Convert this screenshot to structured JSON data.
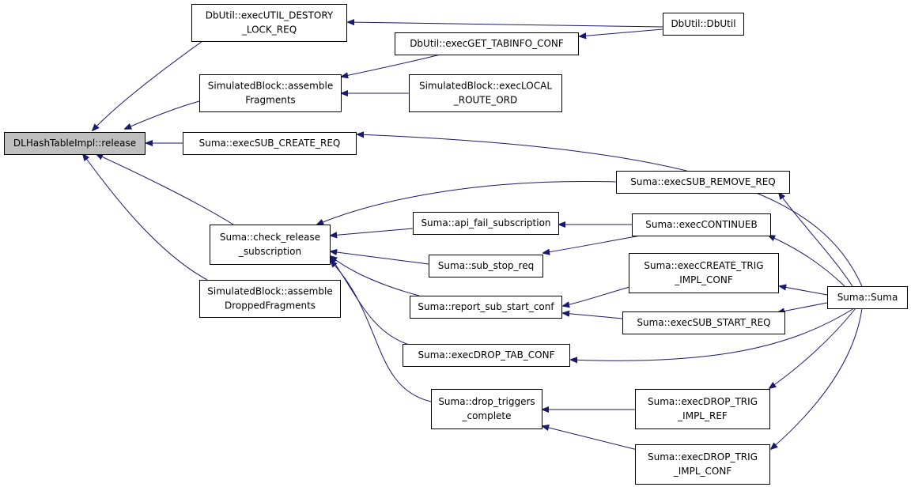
{
  "graph": {
    "edge_color": "#191970",
    "root_fill": "#bfbfbf",
    "nodes": [
      {
        "id": "root",
        "lines": [
          "DLHashTableImpl::release"
        ]
      },
      {
        "id": "destory",
        "lines": [
          "DbUtil::execUTIL_DESTORY",
          "_LOCK_REQ"
        ]
      },
      {
        "id": "dbutil",
        "lines": [
          "DbUtil::DbUtil"
        ]
      },
      {
        "id": "tabinfo",
        "lines": [
          "DbUtil::execGET_TABINFO_CONF"
        ]
      },
      {
        "id": "assemble",
        "lines": [
          "SimulatedBlock::assemble",
          "Fragments"
        ]
      },
      {
        "id": "localroute",
        "lines": [
          "SimulatedBlock::execLOCAL",
          "_ROUTE_ORD"
        ]
      },
      {
        "id": "subcreate",
        "lines": [
          "Suma::execSUB_CREATE_REQ"
        ]
      },
      {
        "id": "subremove",
        "lines": [
          "Suma::execSUB_REMOVE_REQ"
        ]
      },
      {
        "id": "checkrelease",
        "lines": [
          "Suma::check_release",
          "_subscription"
        ]
      },
      {
        "id": "apifail",
        "lines": [
          "Suma::api_fail_subscription"
        ]
      },
      {
        "id": "continueb",
        "lines": [
          "Suma::execCONTINUEB"
        ]
      },
      {
        "id": "substop",
        "lines": [
          "Suma::sub_stop_req"
        ]
      },
      {
        "id": "createtrig",
        "lines": [
          "Suma::execCREATE_TRIG",
          "_IMPL_CONF"
        ]
      },
      {
        "id": "suma",
        "lines": [
          "Suma::Suma"
        ]
      },
      {
        "id": "dropped",
        "lines": [
          "SimulatedBlock::assemble",
          "DroppedFragments"
        ]
      },
      {
        "id": "reportsub",
        "lines": [
          "Suma::report_sub_start_conf"
        ]
      },
      {
        "id": "substart",
        "lines": [
          "Suma::execSUB_START_REQ"
        ]
      },
      {
        "id": "droptab",
        "lines": [
          "Suma::execDROP_TAB_CONF"
        ]
      },
      {
        "id": "droptrig",
        "lines": [
          "Suma::drop_triggers",
          "_complete"
        ]
      },
      {
        "id": "droptrigref",
        "lines": [
          "Suma::execDROP_TRIG",
          "_IMPL_REF"
        ]
      },
      {
        "id": "droptrigconf",
        "lines": [
          "Suma::execDROP_TRIG",
          "_IMPL_CONF"
        ]
      }
    ],
    "edges": [
      {
        "from": "destory",
        "to": "root"
      },
      {
        "from": "assemble",
        "to": "root"
      },
      {
        "from": "subcreate",
        "to": "root"
      },
      {
        "from": "checkrelease",
        "to": "root"
      },
      {
        "from": "dropped",
        "to": "root"
      },
      {
        "from": "dbutil",
        "to": "destory"
      },
      {
        "from": "dbutil",
        "to": "tabinfo"
      },
      {
        "from": "tabinfo",
        "to": "assemble"
      },
      {
        "from": "localroute",
        "to": "assemble"
      },
      {
        "from": "suma",
        "to": "subcreate"
      },
      {
        "from": "subremove",
        "to": "checkrelease"
      },
      {
        "from": "apifail",
        "to": "checkrelease"
      },
      {
        "from": "substop",
        "to": "checkrelease"
      },
      {
        "from": "reportsub",
        "to": "checkrelease"
      },
      {
        "from": "droptab",
        "to": "checkrelease"
      },
      {
        "from": "droptrig",
        "to": "checkrelease"
      },
      {
        "from": "continueb",
        "to": "apifail"
      },
      {
        "from": "continueb",
        "to": "substop"
      },
      {
        "from": "createtrig",
        "to": "reportsub"
      },
      {
        "from": "substart",
        "to": "reportsub"
      },
      {
        "from": "droptrigref",
        "to": "droptrig"
      },
      {
        "from": "droptrigconf",
        "to": "droptrig"
      },
      {
        "from": "suma",
        "to": "subremove"
      },
      {
        "from": "suma",
        "to": "continueb"
      },
      {
        "from": "suma",
        "to": "createtrig"
      },
      {
        "from": "suma",
        "to": "substart"
      },
      {
        "from": "suma",
        "to": "droptab"
      },
      {
        "from": "suma",
        "to": "droptrigref"
      },
      {
        "from": "suma",
        "to": "droptrigconf"
      }
    ]
  }
}
